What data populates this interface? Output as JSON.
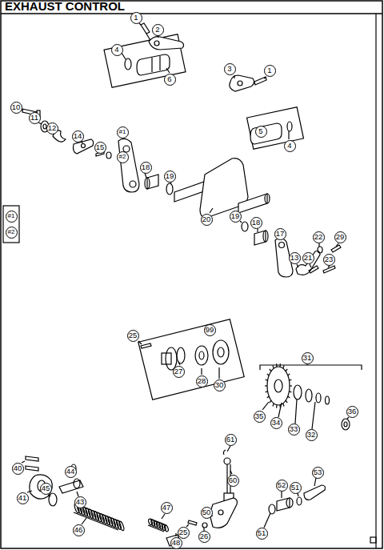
{
  "diagram": {
    "title": "EXHAUST CONTROL",
    "labels": [
      "1",
      "2",
      "4",
      "6",
      "3",
      "1",
      "10",
      "11",
      "12",
      "14",
      "15",
      "#1",
      "#2",
      "18",
      "19",
      "20",
      "5",
      "4",
      "19",
      "18",
      "17",
      "13",
      "22",
      "29",
      "21",
      "23",
      "#1",
      "#2",
      "99",
      "25",
      "27",
      "28",
      "30",
      "31",
      "35",
      "34",
      "33",
      "32",
      "36",
      "40",
      "41",
      "45",
      "44",
      "43",
      "46",
      "47",
      "48",
      "25",
      "26",
      "50",
      "60",
      "61",
      "51",
      "52",
      "53",
      "51"
    ]
  }
}
